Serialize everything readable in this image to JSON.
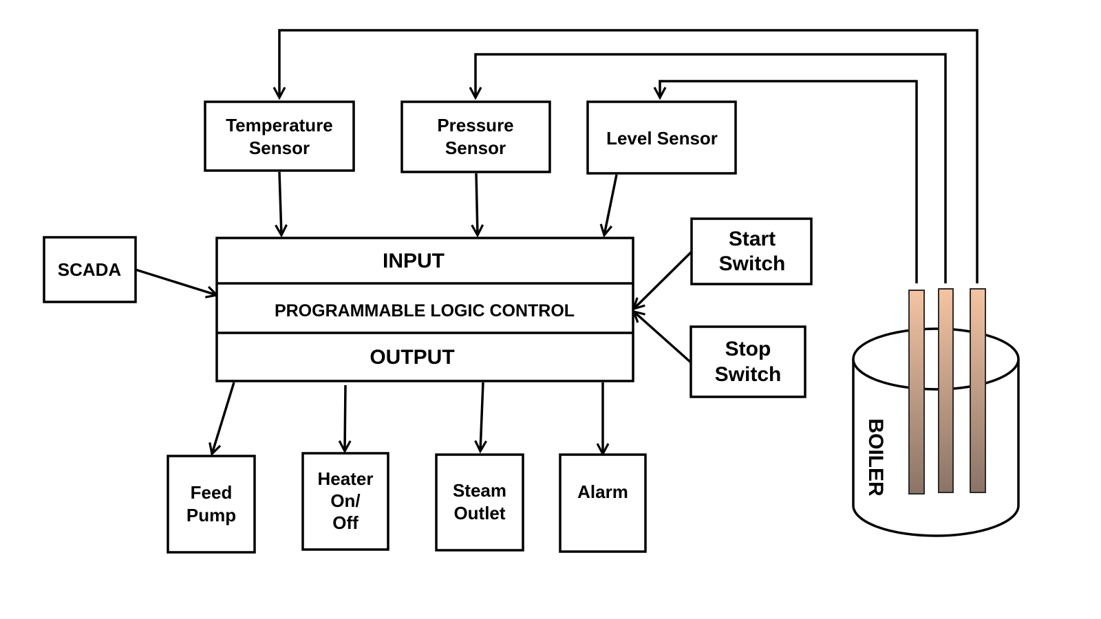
{
  "sensors": {
    "temperature": [
      "Temperature",
      "Sensor"
    ],
    "pressure": [
      "Pressure",
      "Sensor"
    ],
    "level": "Level  Sensor"
  },
  "scada": "SCADA",
  "plc": {
    "input": "INPUT",
    "title": "PROGRAMMABLE  LOGIC CONTROL",
    "output": "OUTPUT"
  },
  "switches": {
    "start": [
      "Start",
      "Switch"
    ],
    "stop": [
      "Stop",
      "Switch"
    ]
  },
  "outputs": {
    "feed_pump": [
      "Feed",
      "Pump"
    ],
    "heater": [
      "Heater",
      "On/",
      "Off"
    ],
    "steam_outlet": [
      "Steam",
      "Outlet"
    ],
    "alarm": "Alarm"
  },
  "boiler": {
    "label": "BOILER",
    "probe_color_top": "#f4c4a2",
    "probe_color_bottom": "#8a7467"
  }
}
